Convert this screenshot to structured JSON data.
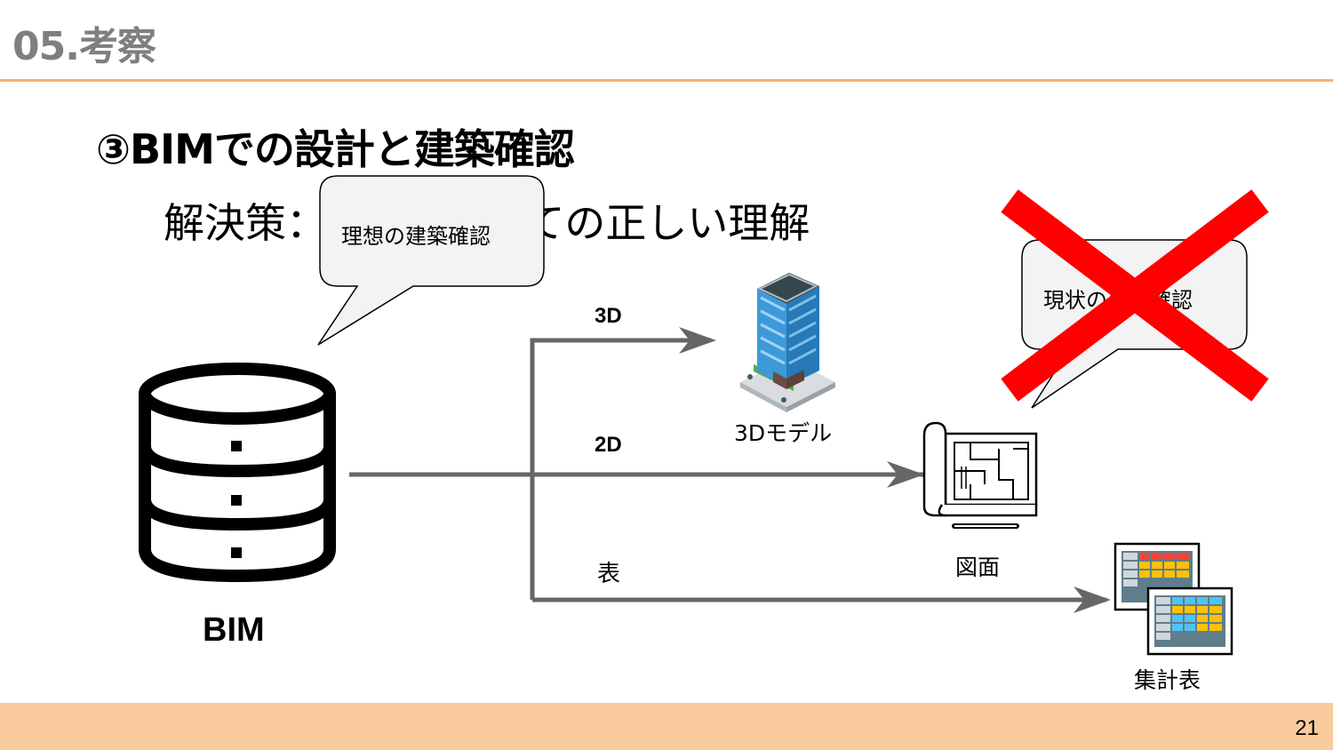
{
  "header": {
    "section_title": "05.考察"
  },
  "slide": {
    "heading": "③BIMでの設計と建築確認",
    "solution_line": "解決策：BIMについての正しい理解"
  },
  "bubbles": {
    "ideal": "理想の建築確認",
    "current": "現状の建築確認"
  },
  "diagram": {
    "source_label": "BIM",
    "arrow_labels": {
      "three_d": "3D",
      "two_d": "2D",
      "table": "表"
    },
    "outputs": {
      "model": "3Dモデル",
      "drawing": "図面",
      "schedule": "集計表"
    }
  },
  "colors": {
    "accent_rule": "#f6b26b",
    "footer": "#f9cb9c",
    "arrow": "#666666",
    "cross": "#ff0000"
  },
  "icons": [
    "database-icon",
    "building-icon",
    "blueprint-icon",
    "spreadsheet-icon",
    "cross-icon"
  ],
  "footer": {
    "page_number": "21"
  }
}
